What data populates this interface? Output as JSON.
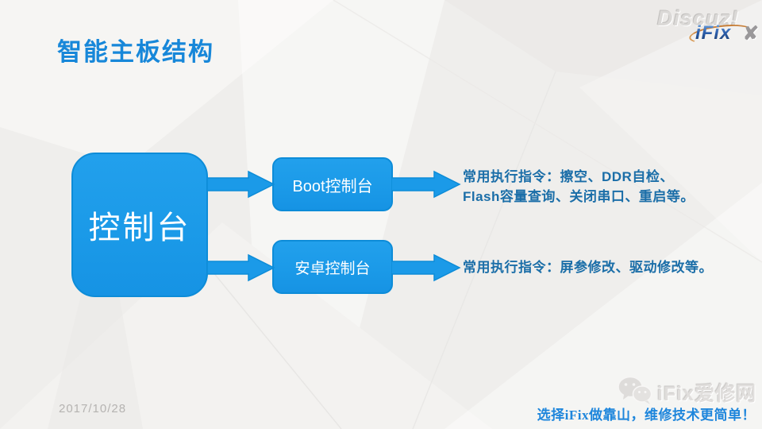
{
  "slide": {
    "title": "智能主板结构",
    "date": "2017/10/28"
  },
  "diagram": {
    "root_box": "控制台",
    "branches": [
      {
        "box": "Boot控制台",
        "lines": [
          "常用执行指令：擦空、DDR自检、",
          "Flash容量查询、关闭串口、重启等。"
        ]
      },
      {
        "box": "安卓控制台",
        "lines": [
          "常用执行指令：屏参修改、驱动修改等。"
        ]
      }
    ]
  },
  "watermarks": {
    "discuz": "Discuz!",
    "ifix_logo": "iFix",
    "wechat_name": "iFix爱修网",
    "slogan": "选择iFix做靠山，维修技术更简单！"
  },
  "colors": {
    "title_blue": "#1787d9",
    "box_blue": "#1b9ae8",
    "box_border_blue": "#0d8cd8",
    "description_text_blue": "#1b6ea8",
    "slogan_blue": "#1e86dc",
    "background_gray": "#efeeec"
  }
}
